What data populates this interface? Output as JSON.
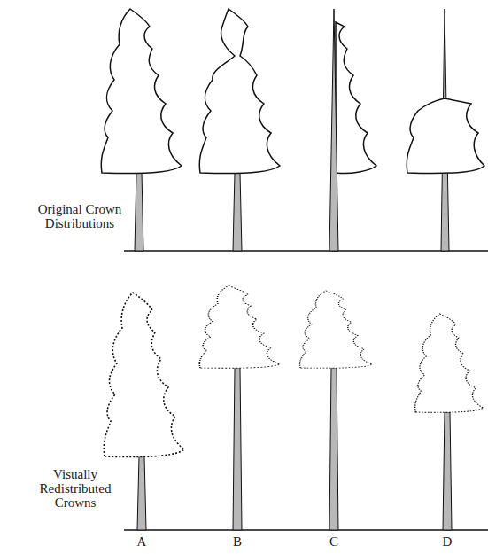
{
  "diagram": {
    "labels": [
      "Original Crown Distributions",
      "Visually Redistributed Crowns",
      "A",
      "B",
      "C",
      "D"
    ]
  }
}
